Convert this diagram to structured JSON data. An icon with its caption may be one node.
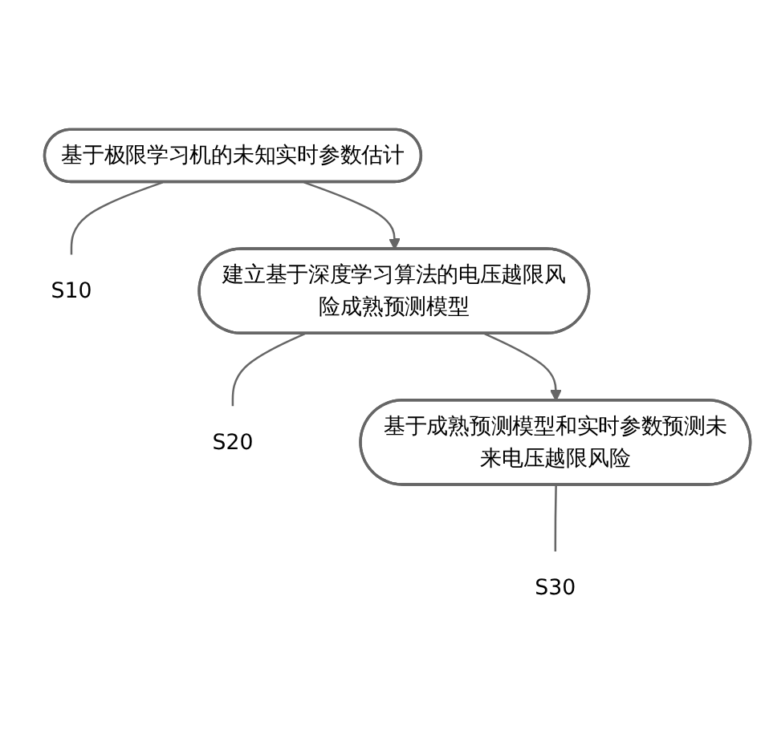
{
  "diagram": {
    "nodes": [
      {
        "text": [
          "基于极限学习机的未知实时参数估计"
        ]
      },
      {
        "text": [
          "S10"
        ]
      },
      {
        "text": [
          "建立基于深度学习算法的电压越限风险成熟预测模型"
        ]
      },
      {
        "text": [
          "S20"
        ]
      },
      {
        "text": [
          "基于成熟预测模型和实时参数预测未来电压越限风险"
        ]
      },
      {
        "text": [
          "S30"
        ]
      }
    ],
    "edges": [
      {
        "from": 0,
        "to": 2,
        "arrow": "to"
      },
      {
        "from": 0,
        "to": 1,
        "arrow": "none"
      },
      {
        "from": 2,
        "to": 4,
        "arrow": "to"
      },
      {
        "from": 2,
        "to": 3,
        "arrow": "none"
      },
      {
        "from": 4,
        "to": 5,
        "arrow": "none"
      }
    ]
  }
}
